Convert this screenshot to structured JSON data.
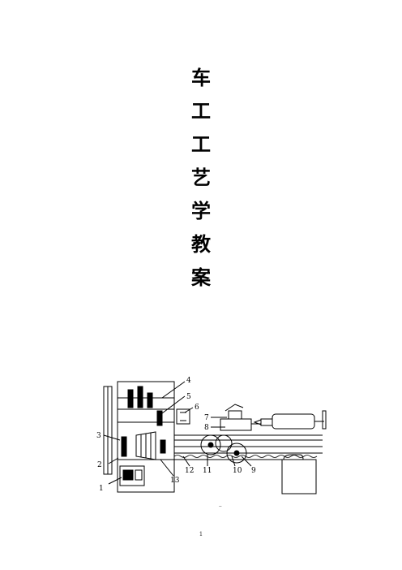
{
  "title": {
    "chars": [
      "车",
      "工",
      "工",
      "艺",
      "学",
      "教",
      "案"
    ]
  },
  "figure": {
    "part_labels": [
      "1",
      "2",
      "3",
      "4",
      "5",
      "6",
      "7",
      "8",
      "9",
      "10",
      "11",
      "12",
      "13"
    ],
    "caption_mark": "··"
  },
  "footer": {
    "page_number": "1"
  }
}
